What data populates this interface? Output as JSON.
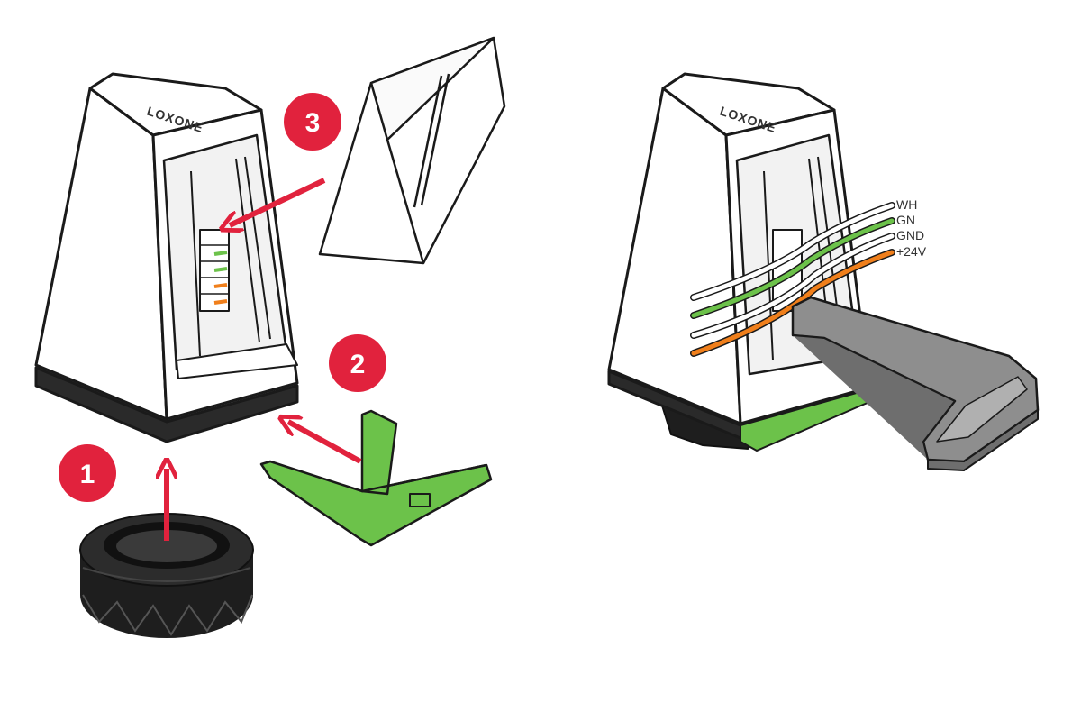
{
  "brand": {
    "left": "LOXONE",
    "right": "LOXONE"
  },
  "steps": [
    {
      "label": "1"
    },
    {
      "label": "2"
    },
    {
      "label": "3"
    }
  ],
  "wires": [
    {
      "label": "WH",
      "color": "#ffffff"
    },
    {
      "label": "GN",
      "color": "#6cc24a"
    },
    {
      "label": "GND",
      "color": "#ffffff"
    },
    {
      "label": "+24V",
      "color": "#f07f1b"
    }
  ],
  "colors": {
    "accent_red": "#e1223d",
    "clip_green": "#6cc24a",
    "wire_orange": "#f07f1b",
    "ring_black": "#1e1e1e",
    "tool_grey": "#8e8e8e",
    "outline": "#1a1a1a"
  }
}
